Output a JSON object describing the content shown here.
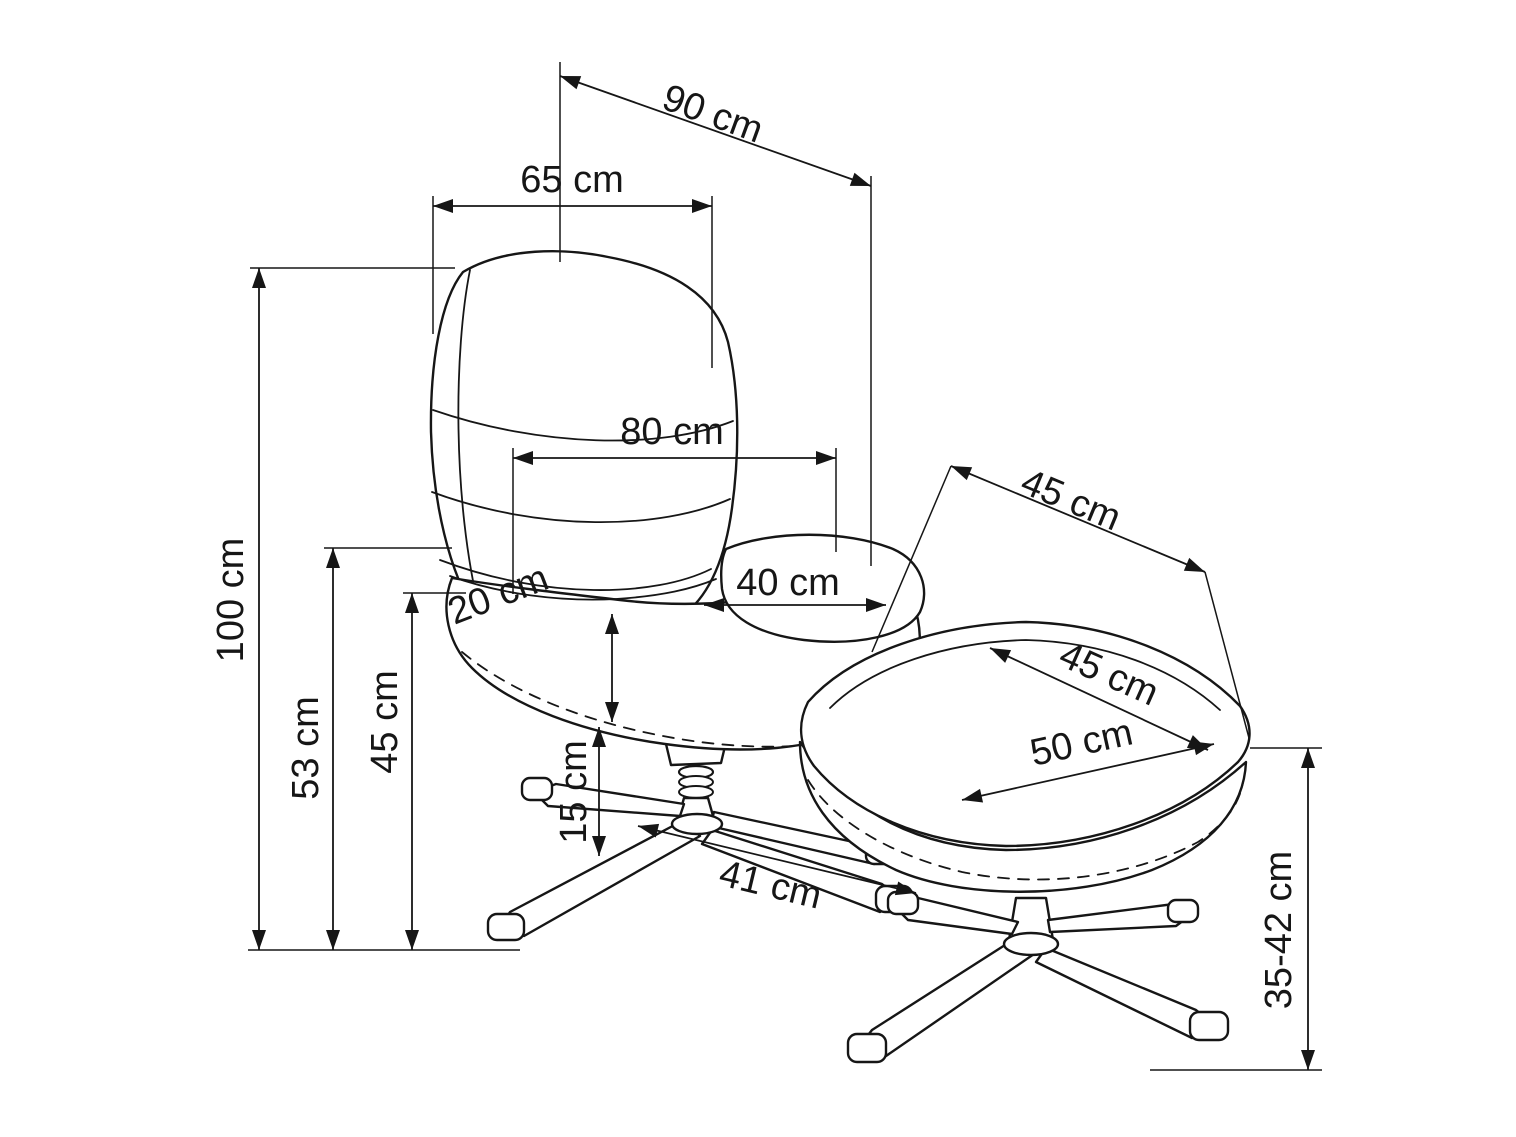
{
  "diagram": {
    "labels": {
      "chair_depth": "90 cm",
      "backrest_width": "65 cm",
      "seat_total_width": "80 cm",
      "total_height": "100 cm",
      "armrest_height": "53 cm",
      "seat_height": "45 cm",
      "cushion_thickness": "20 cm",
      "seat_width": "40 cm",
      "column_height": "15 cm",
      "base_width": "41 cm",
      "footstool_depth": "45 cm",
      "footstool_top_depth": "45 cm",
      "footstool_width": "50 cm",
      "footstool_height": "35-42 cm"
    }
  }
}
